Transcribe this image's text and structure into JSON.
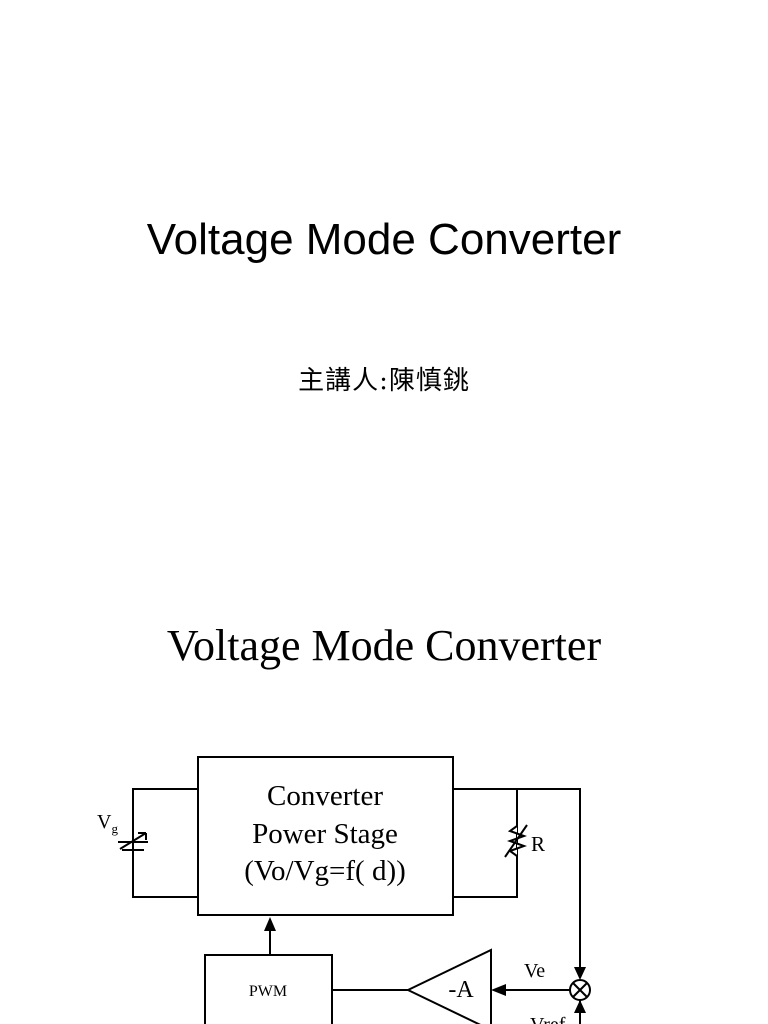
{
  "slides": [
    {
      "title": "Voltage Mode Converter",
      "presenter": "主講人:陳慎銚"
    },
    {
      "title": "Voltage Mode Converter",
      "diagram": {
        "converter_block": {
          "line1": "Converter",
          "line2": "Power Stage",
          "line3": "(Vo/Vg=f( d))"
        },
        "source_label": "V",
        "source_subscript": "g",
        "load_label": "R",
        "pwm_label": "PWM",
        "amplifier_label": "-A",
        "error_label": "Ve",
        "reference_label": "Vref"
      }
    }
  ]
}
